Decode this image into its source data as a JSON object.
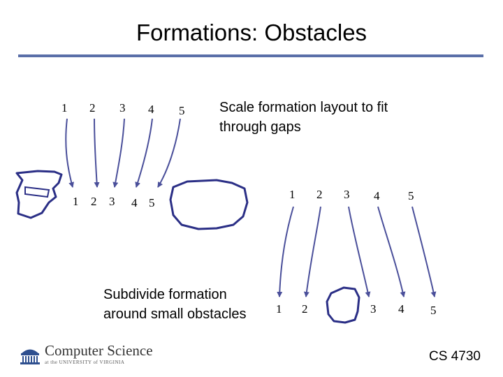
{
  "slide": {
    "title": "Formations: Obstacles",
    "course": "CS 4730"
  },
  "captions": {
    "scale": "Scale formation layout to fit through gaps",
    "subdivide": "Subdivide formation around small obstacles"
  },
  "diagrams": {
    "top_formation": [
      "1",
      "2",
      "3",
      "4",
      "5"
    ],
    "top_scaled": [
      "1",
      "2",
      "3",
      "4",
      "5"
    ],
    "right_formation": [
      "1",
      "2",
      "3",
      "4",
      "5"
    ],
    "right_split": [
      "1",
      "2",
      "3",
      "4",
      "5"
    ]
  },
  "logo": {
    "name": "Computer Science",
    "sub": "at the UNIVERSITY of VIRGINIA",
    "icon": "rotunda-icon"
  },
  "colors": {
    "rule": "#5a6fa8",
    "arrow": "#4a4f9a",
    "obstacle": "#2b2f86"
  }
}
